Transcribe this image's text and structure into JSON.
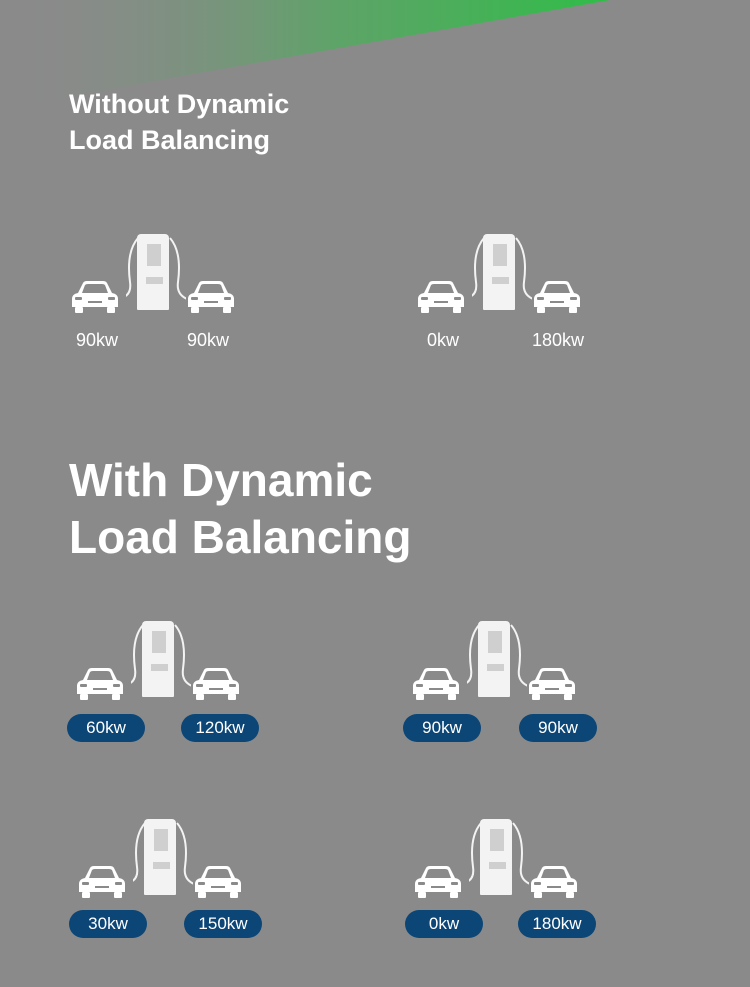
{
  "colors": {
    "background": "#8a8a8a",
    "accent": "#2fbd47",
    "badge": "#0b4677",
    "text": "#ffffff"
  },
  "without": {
    "title_line1": "Without Dynamic",
    "title_line2": "Load Balancing",
    "scenes": [
      {
        "left": "90kw",
        "right": "90kw"
      },
      {
        "left": "0kw",
        "right": "180kw"
      }
    ]
  },
  "with": {
    "title_line1": "With Dynamic",
    "title_line2": "Load Balancing",
    "scenes": [
      {
        "left": "60kw",
        "right": "120kw"
      },
      {
        "left": "90kw",
        "right": "90kw"
      },
      {
        "left": "30kw",
        "right": "150kw"
      },
      {
        "left": "0kw",
        "right": "180kw"
      }
    ]
  }
}
